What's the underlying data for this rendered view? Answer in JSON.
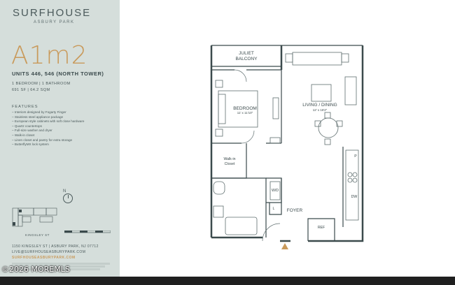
{
  "brand": {
    "name": "SURFHOUSE",
    "location": "ASBURY PARK"
  },
  "plan": {
    "title": "A1m2",
    "units": "UNITS 446, 546 (NORTH TOWER)",
    "rooms": "1 BEDROOM | 1 BATHROOM",
    "size": "691 SF | 64.2 SQM"
  },
  "features": {
    "heading": "FEATURES",
    "items": [
      "Interiors designed by Fogarty Finger",
      "Stainless steel appliance package",
      "European style cabinets with soft close hardware",
      "Quartz countertops",
      "Full-size washer and dryer",
      "Walk-in closet",
      "Linen closet and pantry for extra storage",
      "ButterflyMX lock system"
    ]
  },
  "compass_label": "N",
  "keymap_street": "KINGSLEY ST",
  "contact": {
    "address": "1150 KINGSLEY ST | ASBURY PARK, NJ 07712",
    "email": "LIVE@SURFHOUSEASBURYPARK.COM",
    "website": "SURFHOUSEASBURYPARK.COM"
  },
  "floorplan": {
    "balcony": [
      "JULIET",
      "BALCONY"
    ],
    "bedroom": {
      "name": "BEDROOM",
      "dims": "11' x 11'10\""
    },
    "living": {
      "name": "LIVING / DINING",
      "dims": "12' x 16'2\""
    },
    "closet": [
      "Walk-in",
      "Closet"
    ],
    "wd": "W/D",
    "linen": "L",
    "foyer": "FOYER",
    "ref": "REF",
    "pantry": "P",
    "dw": "DW"
  },
  "watermark": "©2026 MOREMLS"
}
